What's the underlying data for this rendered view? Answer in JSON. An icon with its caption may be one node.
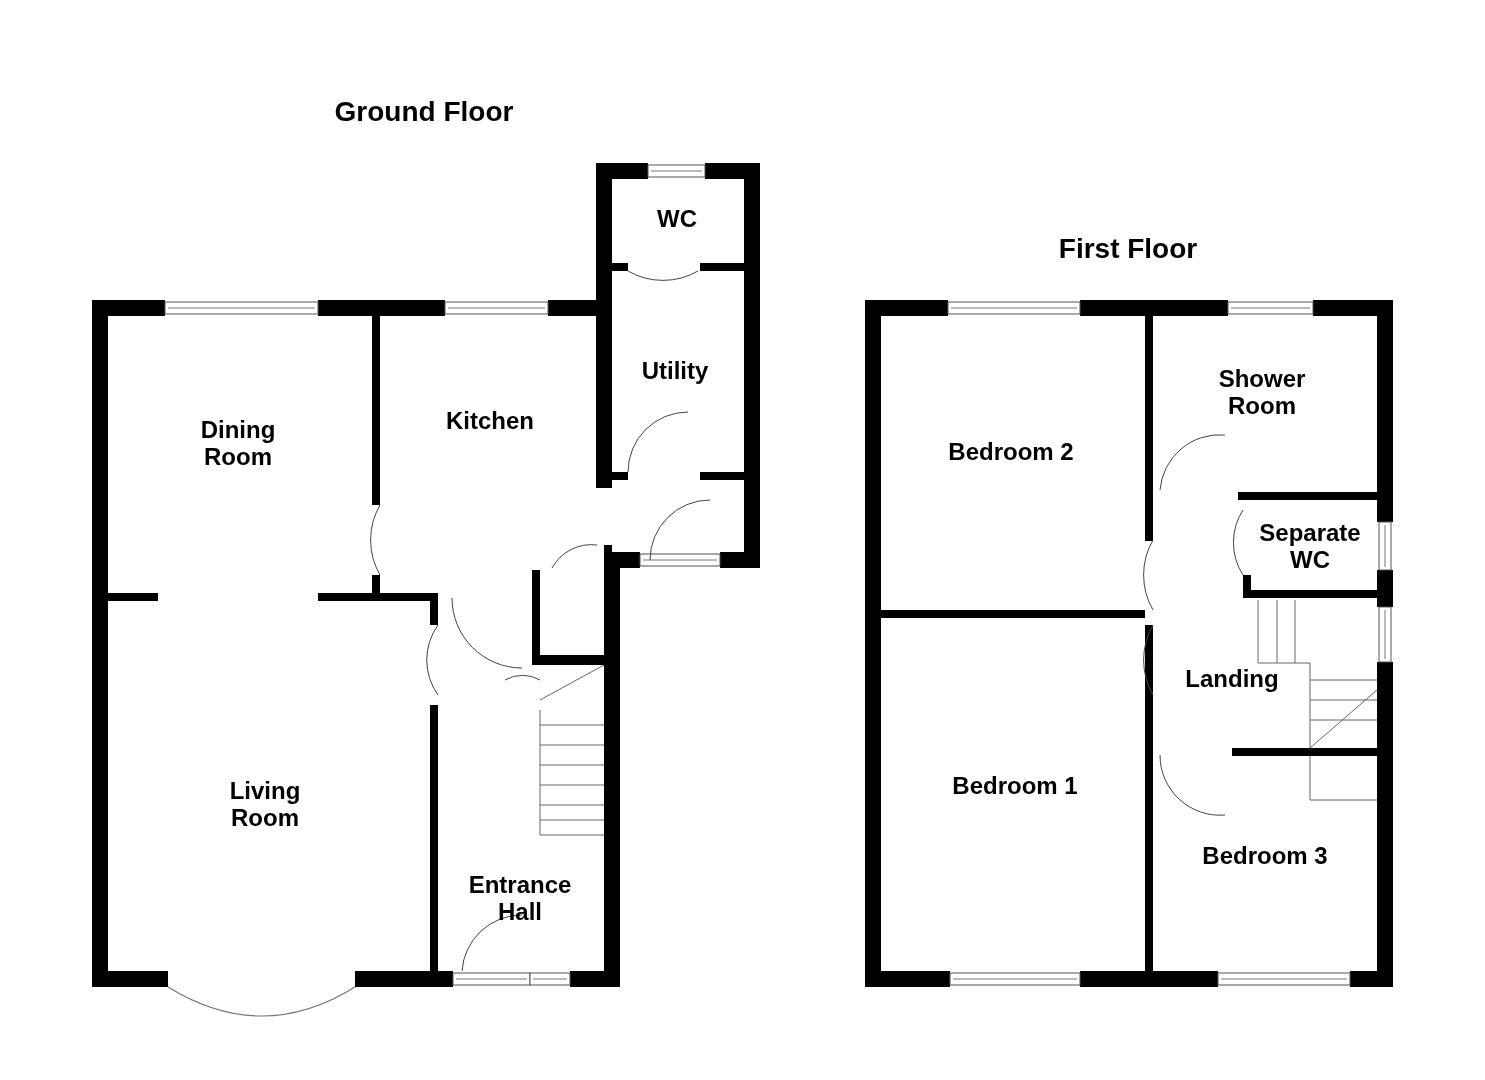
{
  "diagram": {
    "nodes": [
      {
        "text": [
          "Ground Floor"
        ]
      },
      {
        "text": [
          "WC"
        ],
        "in": 0
      },
      {
        "text": [
          "Utility"
        ],
        "in": 0
      },
      {
        "text": [
          "Dining Room"
        ],
        "in": 0
      },
      {
        "text": [
          "Kitchen"
        ],
        "in": 0
      },
      {
        "text": [
          "Living Room"
        ],
        "in": 0
      },
      {
        "text": [
          "Entrance Hall"
        ],
        "in": 0
      },
      {
        "text": [
          "First Floor"
        ]
      },
      {
        "text": [
          "Shower Room"
        ],
        "in": 7
      },
      {
        "text": [
          "Bedroom 2"
        ],
        "in": 7
      },
      {
        "text": [
          "Separate WC"
        ],
        "in": 7
      },
      {
        "text": [
          "Landing"
        ],
        "in": 7
      },
      {
        "text": [
          "Bedroom 1"
        ],
        "in": 7
      },
      {
        "text": [
          "Bedroom 3"
        ],
        "in": 7
      }
    ]
  }
}
